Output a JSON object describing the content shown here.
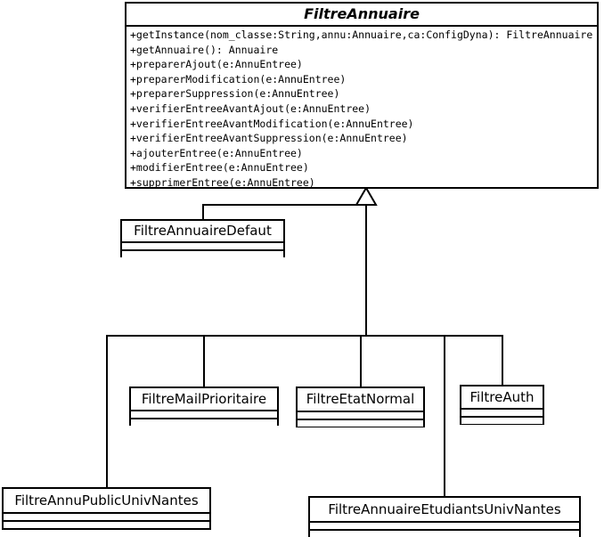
{
  "diagram": {
    "title": "FiltreAnnuaire class hierarchy",
    "type": "uml-class-diagram",
    "stroke_color": "#000000",
    "background_color": "#ffffff"
  },
  "root_class": {
    "name": "FiltreAnnuaire",
    "stereotype": "abstract",
    "attributes": [],
    "operations": [
      "+getInstance(nom_classe:String,annu:Annuaire,ca:ConfigDyna): FiltreAnnuaire",
      "+getAnnuaire(): Annuaire",
      "+preparerAjout(e:AnnuEntree)",
      "+preparerModification(e:AnnuEntree)",
      "+preparerSuppression(e:AnnuEntree)",
      "+verifierEntreeAvantAjout(e:AnnuEntree)",
      "+verifierEntreeAvantModification(e:AnnuEntree)",
      "+verifierEntreeAvantSuppression(e:AnnuEntree)",
      "+ajouterEntree(e:AnnuEntree)",
      "+modifierEntree(e:AnnuEntree)",
      "+supprimerEntree(e:AnnuEntree)"
    ]
  },
  "subclasses": [
    {
      "id": "filtre-annuaire-defaut",
      "name": "FiltreAnnuaireDefaut",
      "attributes": [],
      "operations": []
    },
    {
      "id": "filtre-mail-prioritaire",
      "name": "FiltreMailPrioritaire",
      "attributes": [],
      "operations": []
    },
    {
      "id": "filtre-etat-normal",
      "name": "FiltreEtatNormal",
      "attributes": [],
      "operations": []
    },
    {
      "id": "filtre-auth",
      "name": "FiltreAuth",
      "attributes": [],
      "operations": []
    },
    {
      "id": "filtre-annu-public-univ-nantes",
      "name": "FiltreAnnuPublicUnivNantes",
      "attributes": [],
      "operations": []
    },
    {
      "id": "filtre-annuaire-etudiants-univ-nantes",
      "name": "FiltreAnnuaireEtudiantsUnivNantes",
      "attributes": [],
      "operations": []
    }
  ],
  "relationships": [
    {
      "type": "generalization",
      "from": "FiltreAnnuaireDefaut",
      "to": "FiltreAnnuaire"
    },
    {
      "type": "generalization",
      "from": "FiltreMailPrioritaire",
      "to": "FiltreAnnuaire"
    },
    {
      "type": "generalization",
      "from": "FiltreEtatNormal",
      "to": "FiltreAnnuaire"
    },
    {
      "type": "generalization",
      "from": "FiltreAuth",
      "to": "FiltreAnnuaire"
    },
    {
      "type": "generalization",
      "from": "FiltreAnnuPublicUnivNantes",
      "to": "FiltreAnnuaire"
    },
    {
      "type": "generalization",
      "from": "FiltreAnnuaireEtudiantsUnivNantes",
      "to": "FiltreAnnuaire"
    }
  ]
}
